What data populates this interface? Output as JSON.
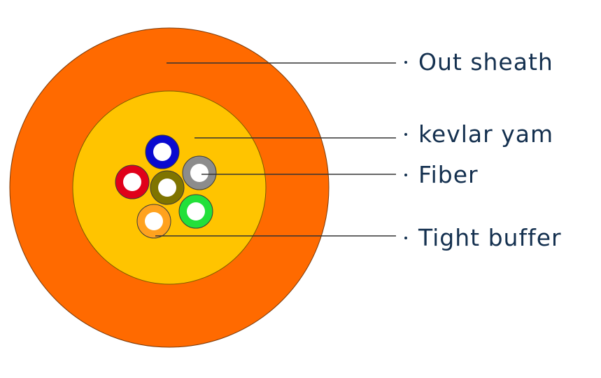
{
  "colors": {
    "outer_sheath": "#ff6a00",
    "kevlar": "#ffc400",
    "text": "#14304f",
    "leader_line": "#333333"
  },
  "labels": [
    {
      "text": "Out sheath"
    },
    {
      "text": "kevlar yam"
    },
    {
      "text": "Fiber"
    },
    {
      "text": "Tight buffer"
    }
  ],
  "fibers": [
    {
      "name": "blue",
      "color": "#0a0ad0"
    },
    {
      "name": "gray",
      "color": "#8c8c8c"
    },
    {
      "name": "red",
      "color": "#e0001a"
    },
    {
      "name": "olive",
      "color": "#7f7400"
    },
    {
      "name": "green",
      "color": "#22e03a"
    },
    {
      "name": "orange",
      "color": "#ffa21e"
    }
  ]
}
